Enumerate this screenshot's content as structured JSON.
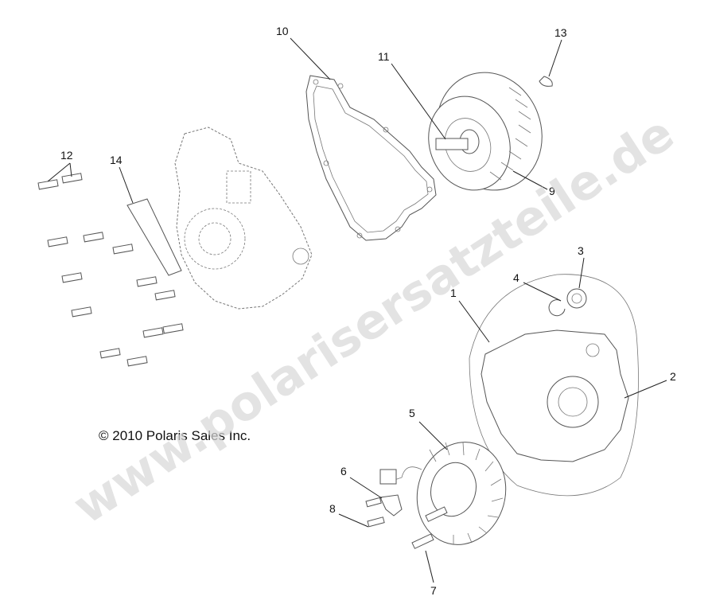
{
  "copyright": "© 2010 Polaris Sales Inc.",
  "watermark": "www.polarisersatzteile.de",
  "callouts": [
    {
      "id": "1",
      "label": "1"
    },
    {
      "id": "2",
      "label": "2"
    },
    {
      "id": "3",
      "label": "3"
    },
    {
      "id": "4",
      "label": "4"
    },
    {
      "id": "5",
      "label": "5"
    },
    {
      "id": "6",
      "label": "6"
    },
    {
      "id": "7",
      "label": "7"
    },
    {
      "id": "8",
      "label": "8"
    },
    {
      "id": "9",
      "label": "9"
    },
    {
      "id": "10",
      "label": "10"
    },
    {
      "id": "11",
      "label": "11"
    },
    {
      "id": "12",
      "label": "12"
    },
    {
      "id": "13",
      "label": "13"
    },
    {
      "id": "14",
      "label": "14"
    }
  ]
}
